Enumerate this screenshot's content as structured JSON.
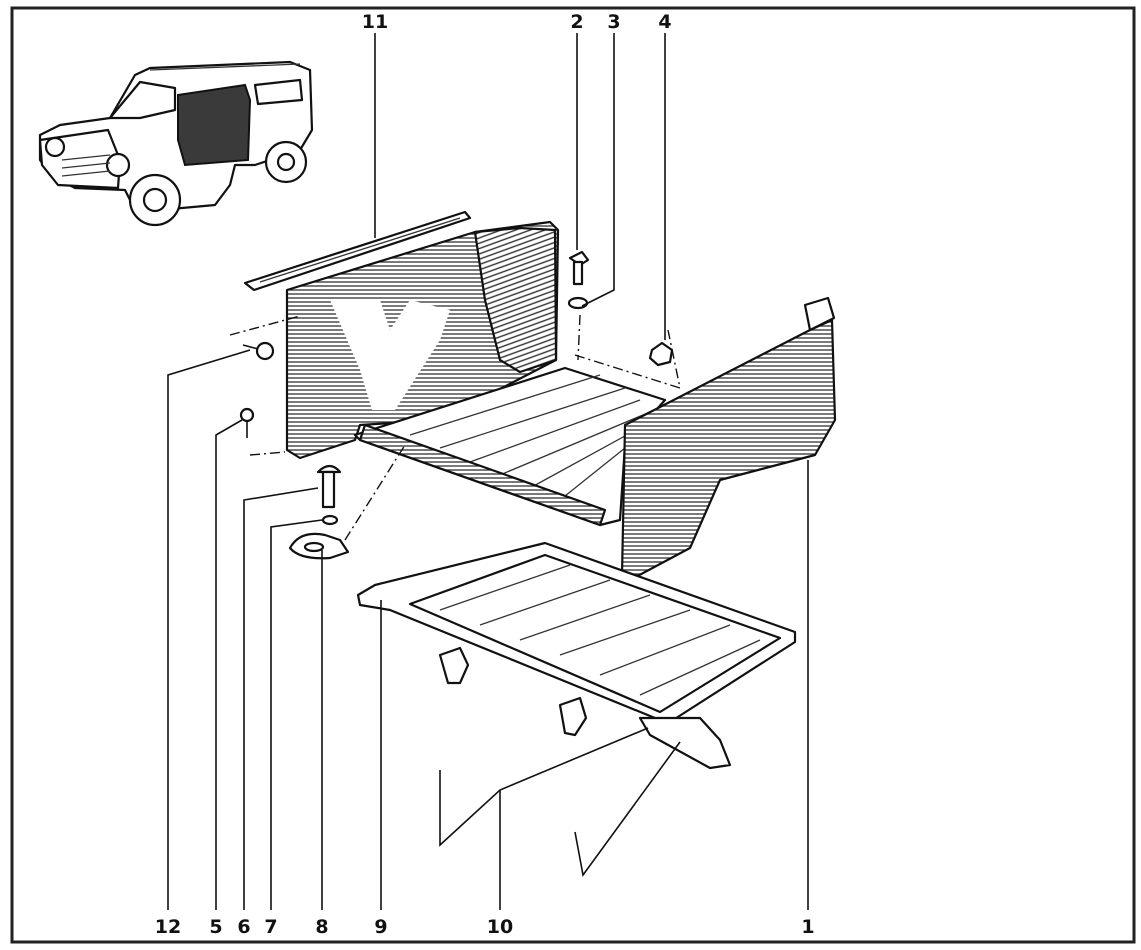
{
  "callouts": [
    {
      "id": "11",
      "text": "11"
    },
    {
      "id": "2",
      "text": "2"
    },
    {
      "id": "3",
      "text": "3"
    },
    {
      "id": "4",
      "text": "4"
    },
    {
      "id": "12",
      "text": "12"
    },
    {
      "id": "5",
      "text": "5"
    },
    {
      "id": "6",
      "text": "6"
    },
    {
      "id": "7",
      "text": "7"
    },
    {
      "id": "8",
      "text": "8"
    },
    {
      "id": "9",
      "text": "9"
    },
    {
      "id": "10",
      "text": "10"
    },
    {
      "id": "1",
      "text": "1"
    }
  ],
  "parts": {
    "vehicle_thumbnail": "vehicle-icon",
    "side_panel_left": "side-panel",
    "side_panel_right": "side-panel",
    "floor": "floor-panel",
    "frame": "floor-frame",
    "bracket": "bracket-icon"
  }
}
